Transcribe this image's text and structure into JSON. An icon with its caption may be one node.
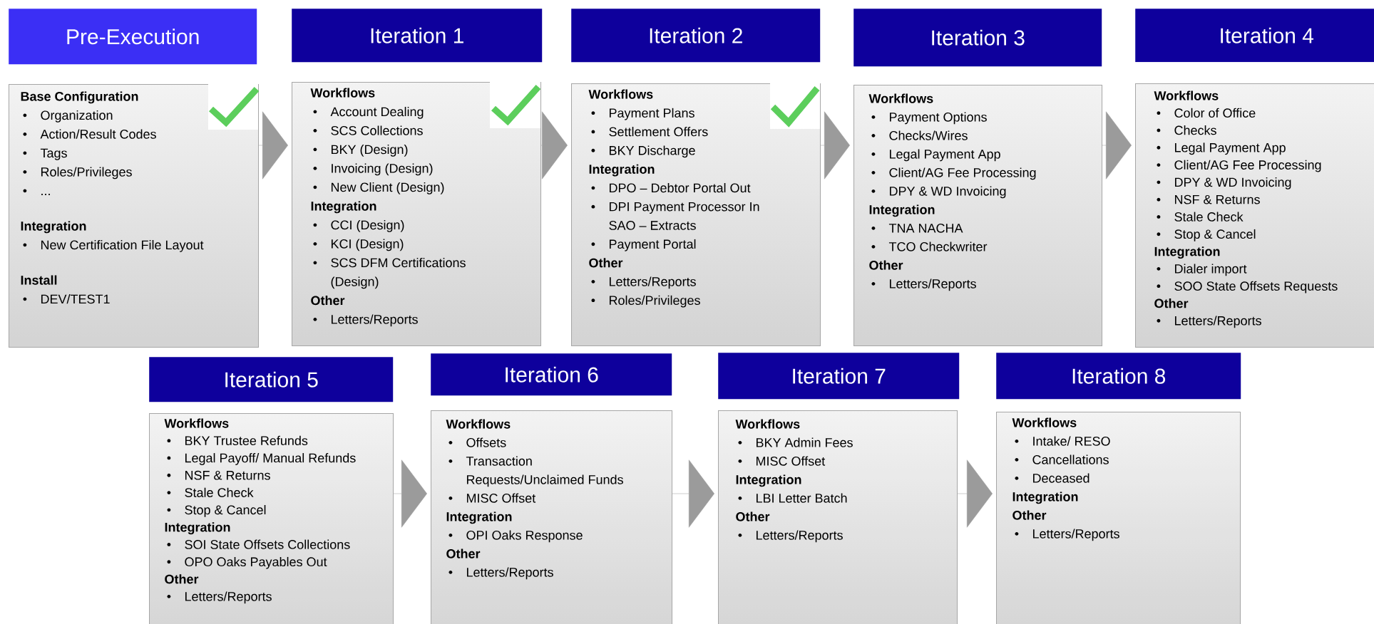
{
  "diagram": {
    "nodes": [
      {
        "text": [
          "Pre-Execution"
        ]
      },
      {
        "text": [
          "Base Configuration",
          "Organization",
          "Action/Result Codes",
          "Tags",
          "Roles/Privileges",
          "...",
          "Integration",
          "New Certification File Layout",
          "Install",
          "DEV/TEST1"
        ]
      },
      {
        "text": [
          "Iteration 1"
        ]
      },
      {
        "text": [
          "Workflows",
          "Account Dealing",
          "SCS Collections",
          "BKY (Design)",
          "Invoicing (Design)",
          "New Client (Design)",
          "Integration",
          "CCI (Design)",
          "KCI (Design)",
          "SCS DFM Certifications (Design)",
          "Other",
          "Letters/Reports"
        ]
      },
      {
        "text": [
          "Iteration 2"
        ]
      },
      {
        "text": [
          "Workflows",
          "Payment Plans",
          "Settlement Offers",
          "BKY Discharge",
          "Integration",
          "DPO – Debtor Portal Out",
          "DPI Payment Processor In SAO – Extracts",
          "Payment Portal",
          "Other",
          "Letters/Reports",
          "Roles/Privileges"
        ]
      },
      {
        "text": [
          "Iteration 3"
        ]
      },
      {
        "text": [
          "Workflows",
          "Payment Options",
          "Checks/Wires",
          "Legal Payment App",
          "Client/AG Fee Processing",
          "DPY & WD Invoicing",
          "Integration",
          "TNA NACHA",
          "TCO Checkwriter",
          "Other",
          "Letters/Reports"
        ]
      },
      {
        "text": [
          "Iteration 4"
        ]
      },
      {
        "text": [
          "Workflows",
          "Color of Office",
          "Checks",
          "Legal Payment App",
          "Client/AG Fee Processing",
          "DPY & WD Invoicing",
          "NSF & Returns",
          "Stale Check",
          "Stop & Cancel",
          "Integration",
          "Dialer import",
          "SOO State Offsets Requests",
          "Other",
          "Letters/Reports"
        ]
      },
      {
        "text": [
          "Iteration 5"
        ]
      },
      {
        "text": [
          "Workflows",
          "BKY Trustee Refunds",
          "Legal Payoff/ Manual Refunds",
          "NSF & Returns",
          "Stale Check",
          "Stop & Cancel",
          "Integration",
          "SOI State Offsets Collections",
          "OPO Oaks Payables Out",
          "Other",
          "Letters/Reports"
        ]
      },
      {
        "text": [
          "Iteration 6"
        ]
      },
      {
        "text": [
          "Workflows",
          "Offsets",
          "Transaction Requests/Unclaimed Funds",
          "MISC Offset",
          "Integration",
          "OPI Oaks Response",
          "Other",
          "Letters/Reports"
        ]
      },
      {
        "text": [
          "Iteration 7"
        ]
      },
      {
        "text": [
          "Workflows",
          "BKY Admin Fees",
          "MISC Offset",
          "Integration",
          "LBI Letter Batch",
          "Other",
          "Letters/Reports"
        ]
      },
      {
        "text": [
          "Iteration 8"
        ]
      },
      {
        "text": [
          "Workflows",
          "Intake/ RESO",
          "Cancellations",
          "Deceased",
          "Integration",
          "Other",
          "Letters/Reports"
        ]
      }
    ],
    "edges": [
      {
        "from": 1,
        "to": 3,
        "arrow": "to"
      },
      {
        "from": 3,
        "to": 5,
        "arrow": "to"
      },
      {
        "from": 5,
        "to": 7,
        "arrow": "to"
      },
      {
        "from": 7,
        "to": 9,
        "arrow": "to"
      },
      {
        "from": 11,
        "to": 13,
        "arrow": "to"
      },
      {
        "from": 13,
        "to": 15,
        "arrow": "to"
      },
      {
        "from": 15,
        "to": 17,
        "arrow": "to"
      }
    ]
  }
}
